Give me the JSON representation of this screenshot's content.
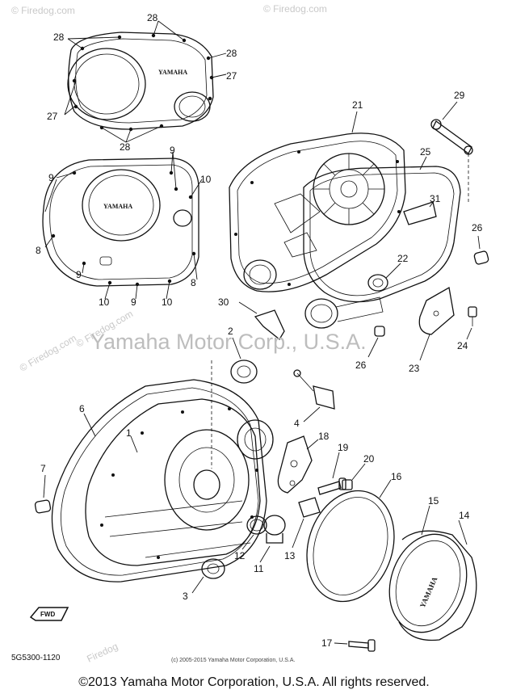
{
  "watermarks": {
    "center": "Yamaha Motor Corp., U.S.A.",
    "corner_mark": "© Firedog.com",
    "site": "Firedog"
  },
  "emblem_text": "YAMAHA",
  "fwd_mark": "FWD",
  "drawing_code": "5G5300-1120",
  "small_credit": "(c) 2005-2015 Yamaha Motor Corporation, U.S.A.",
  "footer": "©2013 Yamaha Motor Corporation, U.S.A. All rights reserved.",
  "callouts": [
    {
      "id": "28a",
      "text": "28"
    },
    {
      "id": "28b",
      "text": "28"
    },
    {
      "id": "28c",
      "text": "28"
    },
    {
      "id": "28d",
      "text": "28"
    },
    {
      "id": "27a",
      "text": "27"
    },
    {
      "id": "27b",
      "text": "27"
    },
    {
      "id": "9a",
      "text": "9"
    },
    {
      "id": "9b",
      "text": "9"
    },
    {
      "id": "9c",
      "text": "9"
    },
    {
      "id": "9d",
      "text": "9"
    },
    {
      "id": "10a",
      "text": "10"
    },
    {
      "id": "10b",
      "text": "10"
    },
    {
      "id": "10c",
      "text": "10"
    },
    {
      "id": "8a",
      "text": "8"
    },
    {
      "id": "8b",
      "text": "8"
    },
    {
      "id": "21",
      "text": "21"
    },
    {
      "id": "29",
      "text": "29"
    },
    {
      "id": "25",
      "text": "25"
    },
    {
      "id": "31",
      "text": "31"
    },
    {
      "id": "26a",
      "text": "26"
    },
    {
      "id": "22",
      "text": "22"
    },
    {
      "id": "30",
      "text": "30"
    },
    {
      "id": "2",
      "text": "2"
    },
    {
      "id": "26b",
      "text": "26"
    },
    {
      "id": "24",
      "text": "24"
    },
    {
      "id": "23",
      "text": "23"
    },
    {
      "id": "4",
      "text": "4"
    },
    {
      "id": "6",
      "text": "6"
    },
    {
      "id": "1",
      "text": "1"
    },
    {
      "id": "7",
      "text": "7"
    },
    {
      "id": "18",
      "text": "18"
    },
    {
      "id": "19",
      "text": "19"
    },
    {
      "id": "20",
      "text": "20"
    },
    {
      "id": "16",
      "text": "16"
    },
    {
      "id": "15",
      "text": "15"
    },
    {
      "id": "14",
      "text": "14"
    },
    {
      "id": "12",
      "text": "12"
    },
    {
      "id": "11",
      "text": "11"
    },
    {
      "id": "13",
      "text": "13"
    },
    {
      "id": "3",
      "text": "3"
    },
    {
      "id": "17",
      "text": "17"
    }
  ]
}
